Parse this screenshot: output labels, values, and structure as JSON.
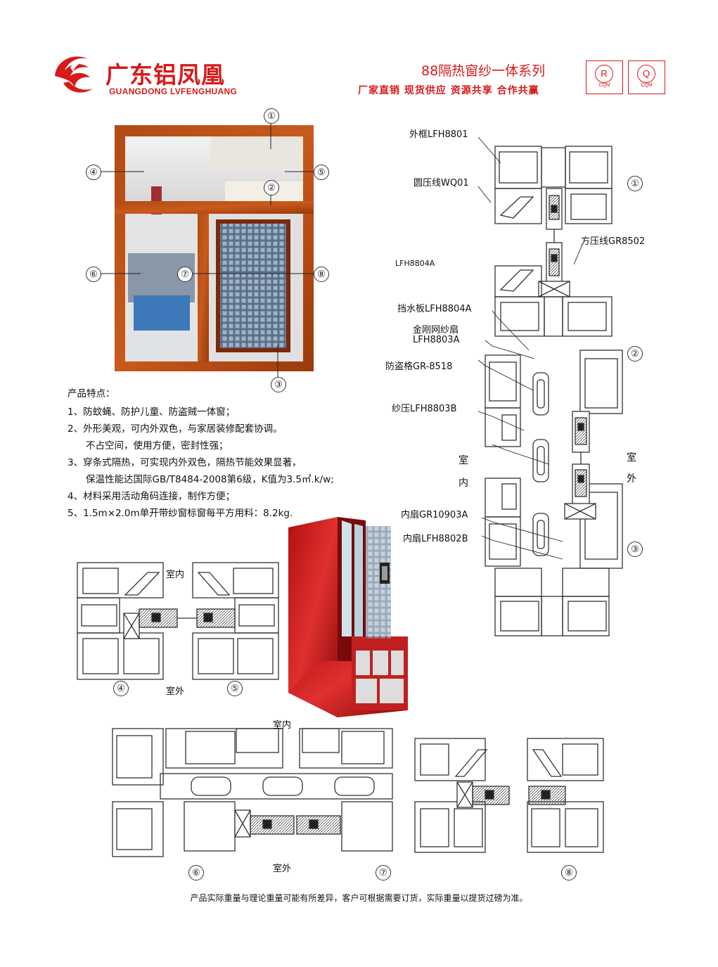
{
  "brand": {
    "name_cn": "广东铝凤凰",
    "name_en": "GUANGDONG LVFENGHUANG",
    "accent": "#d81a1a"
  },
  "header": {
    "series": "88隔热窗纱一体系列",
    "slogan": "厂家直销  现货供应  资源共享  合作共赢",
    "badges": [
      {
        "mark": "R",
        "caption": "CQM"
      },
      {
        "mark": "Q",
        "caption": "CQM"
      }
    ]
  },
  "window_numbers": [
    "①",
    "②",
    "③",
    "④",
    "⑤",
    "⑥",
    "⑦",
    "⑧"
  ],
  "features": {
    "title": "产品特点：",
    "lines": [
      "1、防蚊蝇、防护儿童、防盗贼一体窗；",
      "2、外形美观，可内外双色，与家居装修配套协调。",
      "不占空间，使用方便，密封性强；",
      "3、穿条式隔热，可实现内外双色，隔热节能效果显著，",
      "保温性能达国际GB/T8484-2008第6级，K值为3.5㎡.k/w;",
      "4、材料采用活动角码连接，制作方便；",
      "5、1.5m×2.0m单开带纱窗标窗每平方用料：8.2kg."
    ]
  },
  "section": {
    "parts": [
      "外框LFH8801",
      "圆压线WQ01",
      "方压线GR8502",
      "LFH8804A",
      "挡水板LFH8804A",
      "金刚网纱扇",
      "LFH8803A",
      "防盗格GR-8518",
      "纱压LFH8803B",
      "内扇GR10903A",
      "内扇LFH8802B"
    ],
    "indoor": "室内",
    "outdoor": "室外",
    "indoor_v": [
      "室",
      "内"
    ],
    "outdoor_v": [
      "室",
      "外"
    ]
  },
  "footer": "产品实际重量与理论重量可能有所差异，客户可根据需要订货，实际重量以提货过磅为准。"
}
